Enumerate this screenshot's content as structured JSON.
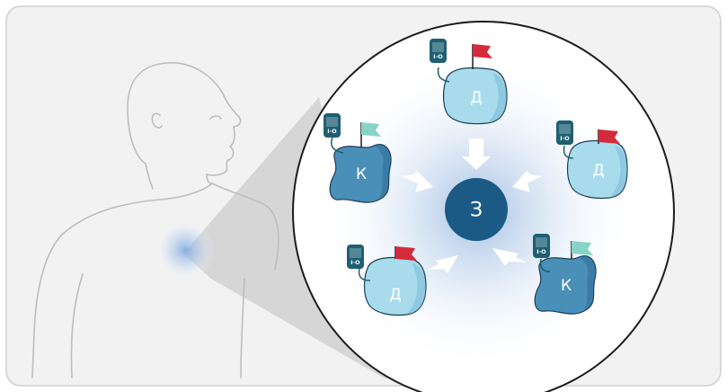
{
  "center": {
    "label": "З",
    "color": "#1c5a86"
  },
  "colors": {
    "light_cell": "#a8dcec",
    "dark_cell": "#4a8fb8",
    "red_flag": "#d42a3a",
    "teal_flag": "#86d4c8",
    "tag": "#1e5f73",
    "arrow": "#ffffff"
  },
  "cells": [
    {
      "id": "top",
      "label": "Д",
      "variant": "light",
      "flag": "red",
      "tag": "I·O"
    },
    {
      "id": "upper-left",
      "label": "К",
      "variant": "dark",
      "flag": "teal",
      "tag": "I·O"
    },
    {
      "id": "upper-right",
      "label": "Д",
      "variant": "light",
      "flag": "red",
      "tag": "I·O"
    },
    {
      "id": "lower-left",
      "label": "Д",
      "variant": "light",
      "flag": "red",
      "tag": "I·O"
    },
    {
      "id": "lower-right",
      "label": "К",
      "variant": "dark",
      "flag": "teal",
      "tag": "I·O"
    }
  ]
}
